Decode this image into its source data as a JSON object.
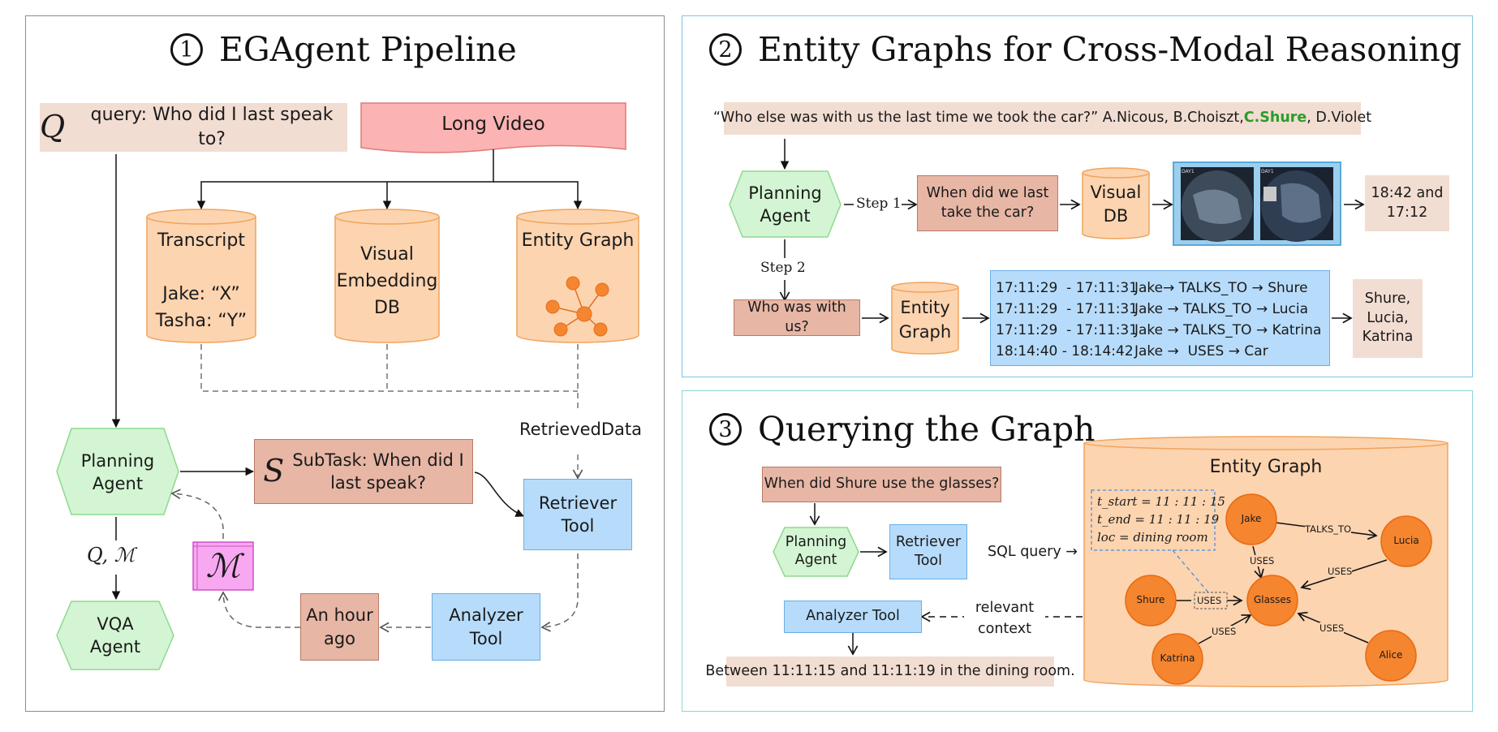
{
  "panel1": {
    "number": "1",
    "title": "EGAgent Pipeline",
    "query_symbol": "Q",
    "query_text": "query: Who did I last speak to?",
    "long_video": "Long Video",
    "transcript_title": "Transcript",
    "transcript_line1": "Jake: “X”",
    "transcript_line2": "Tasha: “Y”",
    "visual_db_line1": "Visual",
    "visual_db_line2": "Embedding",
    "visual_db_line3": "DB",
    "entity_graph": "Entity Graph",
    "retrieved_data": "RetrievedData",
    "planning_agent_line1": "Planning",
    "planning_agent_line2": "Agent",
    "subtask_symbol": "S",
    "subtask_line1": "SubTask: When did I",
    "subtask_line2": "last speak?",
    "retriever_line1": "Retriever",
    "retriever_line2": "Tool",
    "qm_label": "Q, ℳ",
    "memory_symbol": "ℳ",
    "vqa_line1": "VQA",
    "vqa_line2": "Agent",
    "answer_line1": "An hour",
    "answer_line2": "ago",
    "analyzer_line1": "Analyzer",
    "analyzer_line2": "Tool"
  },
  "panel2": {
    "number": "2",
    "title": "Entity Graphs for Cross-Modal Reasoning",
    "question_prefix": "“Who else was with us the last time we took the car?” A.Nicous, B.Choiszt, ",
    "question_answer": "C.Shure",
    "question_suffix": ", D.Violet",
    "planning_line1": "Planning",
    "planning_line2": "Agent",
    "step1": "Step 1",
    "step2": "Step 2",
    "q1_line1": "When did we last",
    "q1_line2": "take the car?",
    "visual_db_line1": "Visual",
    "visual_db_line2": "DB",
    "time_result_line1": "18:42 and",
    "time_result_line2": "17:12",
    "q2": "Who was with us?",
    "entity_graph_line1": "Entity",
    "entity_graph_line2": "Graph",
    "frame1_caption": "DAY1",
    "frame2_caption": "DAY1",
    "rows": [
      {
        "time": "17:11:29  - 17:11:31",
        "rel": "Jake→ TALKS_TO → Shure"
      },
      {
        "time": "17:11:29  - 17:11:31",
        "rel": "Jake → TALKS_TO → Lucia"
      },
      {
        "time": "17:11:29  - 17:11:31",
        "rel": "Jake → TALKS_TO → Katrina"
      },
      {
        "time": "18:14:40 - 18:14:42",
        "rel": "Jake →  USES → Car"
      }
    ],
    "people_line1": "Shure,",
    "people_line2": "Lucia,",
    "people_line3": "Katrina"
  },
  "panel3": {
    "number": "3",
    "title": "Querying the Graph",
    "question": "When did Shure use the glasses?",
    "planning_line1": "Planning",
    "planning_line2": "Agent",
    "retriever_line1": "Retriever",
    "retriever_line2": "Tool",
    "sql_query": "SQL query →",
    "analyzer": "Analyzer Tool",
    "relevant_line1": "relevant",
    "relevant_line2": "context",
    "answer": "Between 11:11:15 and 11:11:19 in the dining room.",
    "graph_title": "Entity Graph",
    "t_start": "t_start = 11 : 11 : 15",
    "t_end": "t_end = 11 : 11 : 19",
    "loc": "loc = dining room",
    "nodes": {
      "jake": "Jake",
      "lucia": "Lucia",
      "shure": "Shure",
      "glasses": "Glasses",
      "katrina": "Katrina",
      "alice": "Alice"
    },
    "edges": {
      "talks_to": "TALKS_TO",
      "jake_uses": "USES",
      "lucia_uses": "USES",
      "shure_uses": "USES",
      "katrina_uses": "USES",
      "alice_uses": "USES"
    }
  },
  "colors": {
    "peach": "#f2ddd2",
    "cylinder": "#fdd4b0",
    "cylinder_border": "#f0a45c",
    "green": "#d3f5d3",
    "brown": "#e7b6a5",
    "blue": "#b7dcfb",
    "red": "#fbb3b3",
    "magenta": "#f7a8f0",
    "node_orange": "#f5852f",
    "answer_green": "#2a9d2a"
  }
}
